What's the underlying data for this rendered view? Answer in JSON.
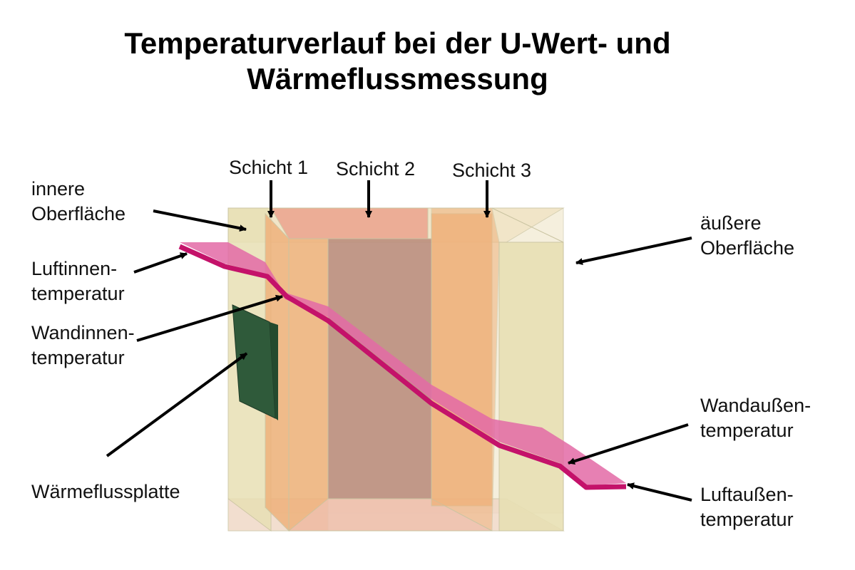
{
  "title": {
    "line1": "Temperaturverlauf bei der U-Wert- und",
    "line2": "Wärmeflussmessung"
  },
  "layers": {
    "layer1": "Schicht 1",
    "layer2": "Schicht 2",
    "layer3": "Schicht 3"
  },
  "labels": {
    "inner_surface": {
      "line1": "innere",
      "line2": "Oberfläche"
    },
    "outer_surface": {
      "line1": "äußere",
      "line2": "Oberfläche"
    },
    "air_inside_temp": {
      "line1": "Luftinnen-",
      "line2": "temperatur"
    },
    "wall_inside_temp": {
      "line1": "Wandinnen-",
      "line2": "temperatur"
    },
    "heat_flux_plate": "Wärmeflussplatte",
    "wall_outside_temp": {
      "line1": "Wandaußen-",
      "line2": "temperatur"
    },
    "air_outside_temp": {
      "line1": "Luftaußen-",
      "line2": "temperatur"
    }
  },
  "colors": {
    "surface_layer": "#e8e0b4",
    "layer1": "#efb27c",
    "layer2": "#d99a86",
    "layer2_core": "#b98a7a",
    "layer3": "#efb27c",
    "temperature_band": "#d8207a",
    "heat_flux_plate": "#2f5a3a",
    "arrow": "#000000"
  }
}
